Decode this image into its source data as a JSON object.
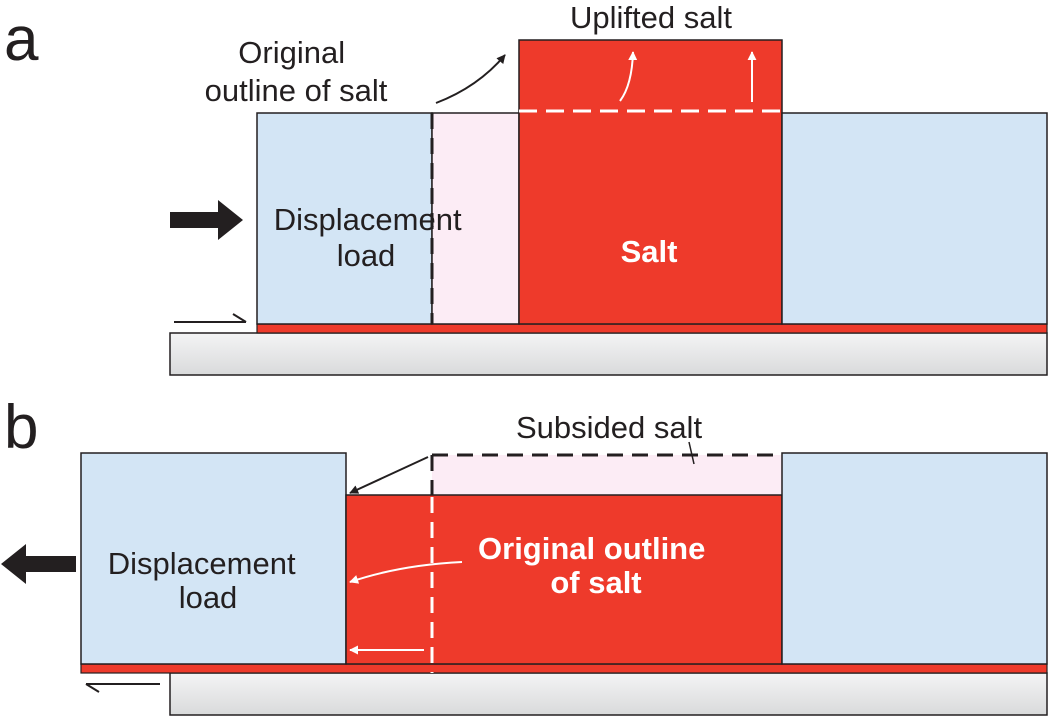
{
  "panel_a": {
    "letter": "a",
    "label_original_outline": [
      "Original",
      "outline of salt"
    ],
    "label_uplifted": "Uplifted salt",
    "label_displacement": [
      "Displacement",
      "load"
    ],
    "label_salt": "Salt"
  },
  "panel_b": {
    "letter": "b",
    "label_subsided": "Subsided salt",
    "label_displacement": [
      "Displacement",
      "load"
    ],
    "label_original_outline": [
      "Original outline",
      "of salt"
    ]
  },
  "colors": {
    "salt": "#ee3a2b",
    "load": "#d3e5f5",
    "ghost_salt": "#fcecf5",
    "basement": "#e6e7e8",
    "line": "#231f20"
  }
}
